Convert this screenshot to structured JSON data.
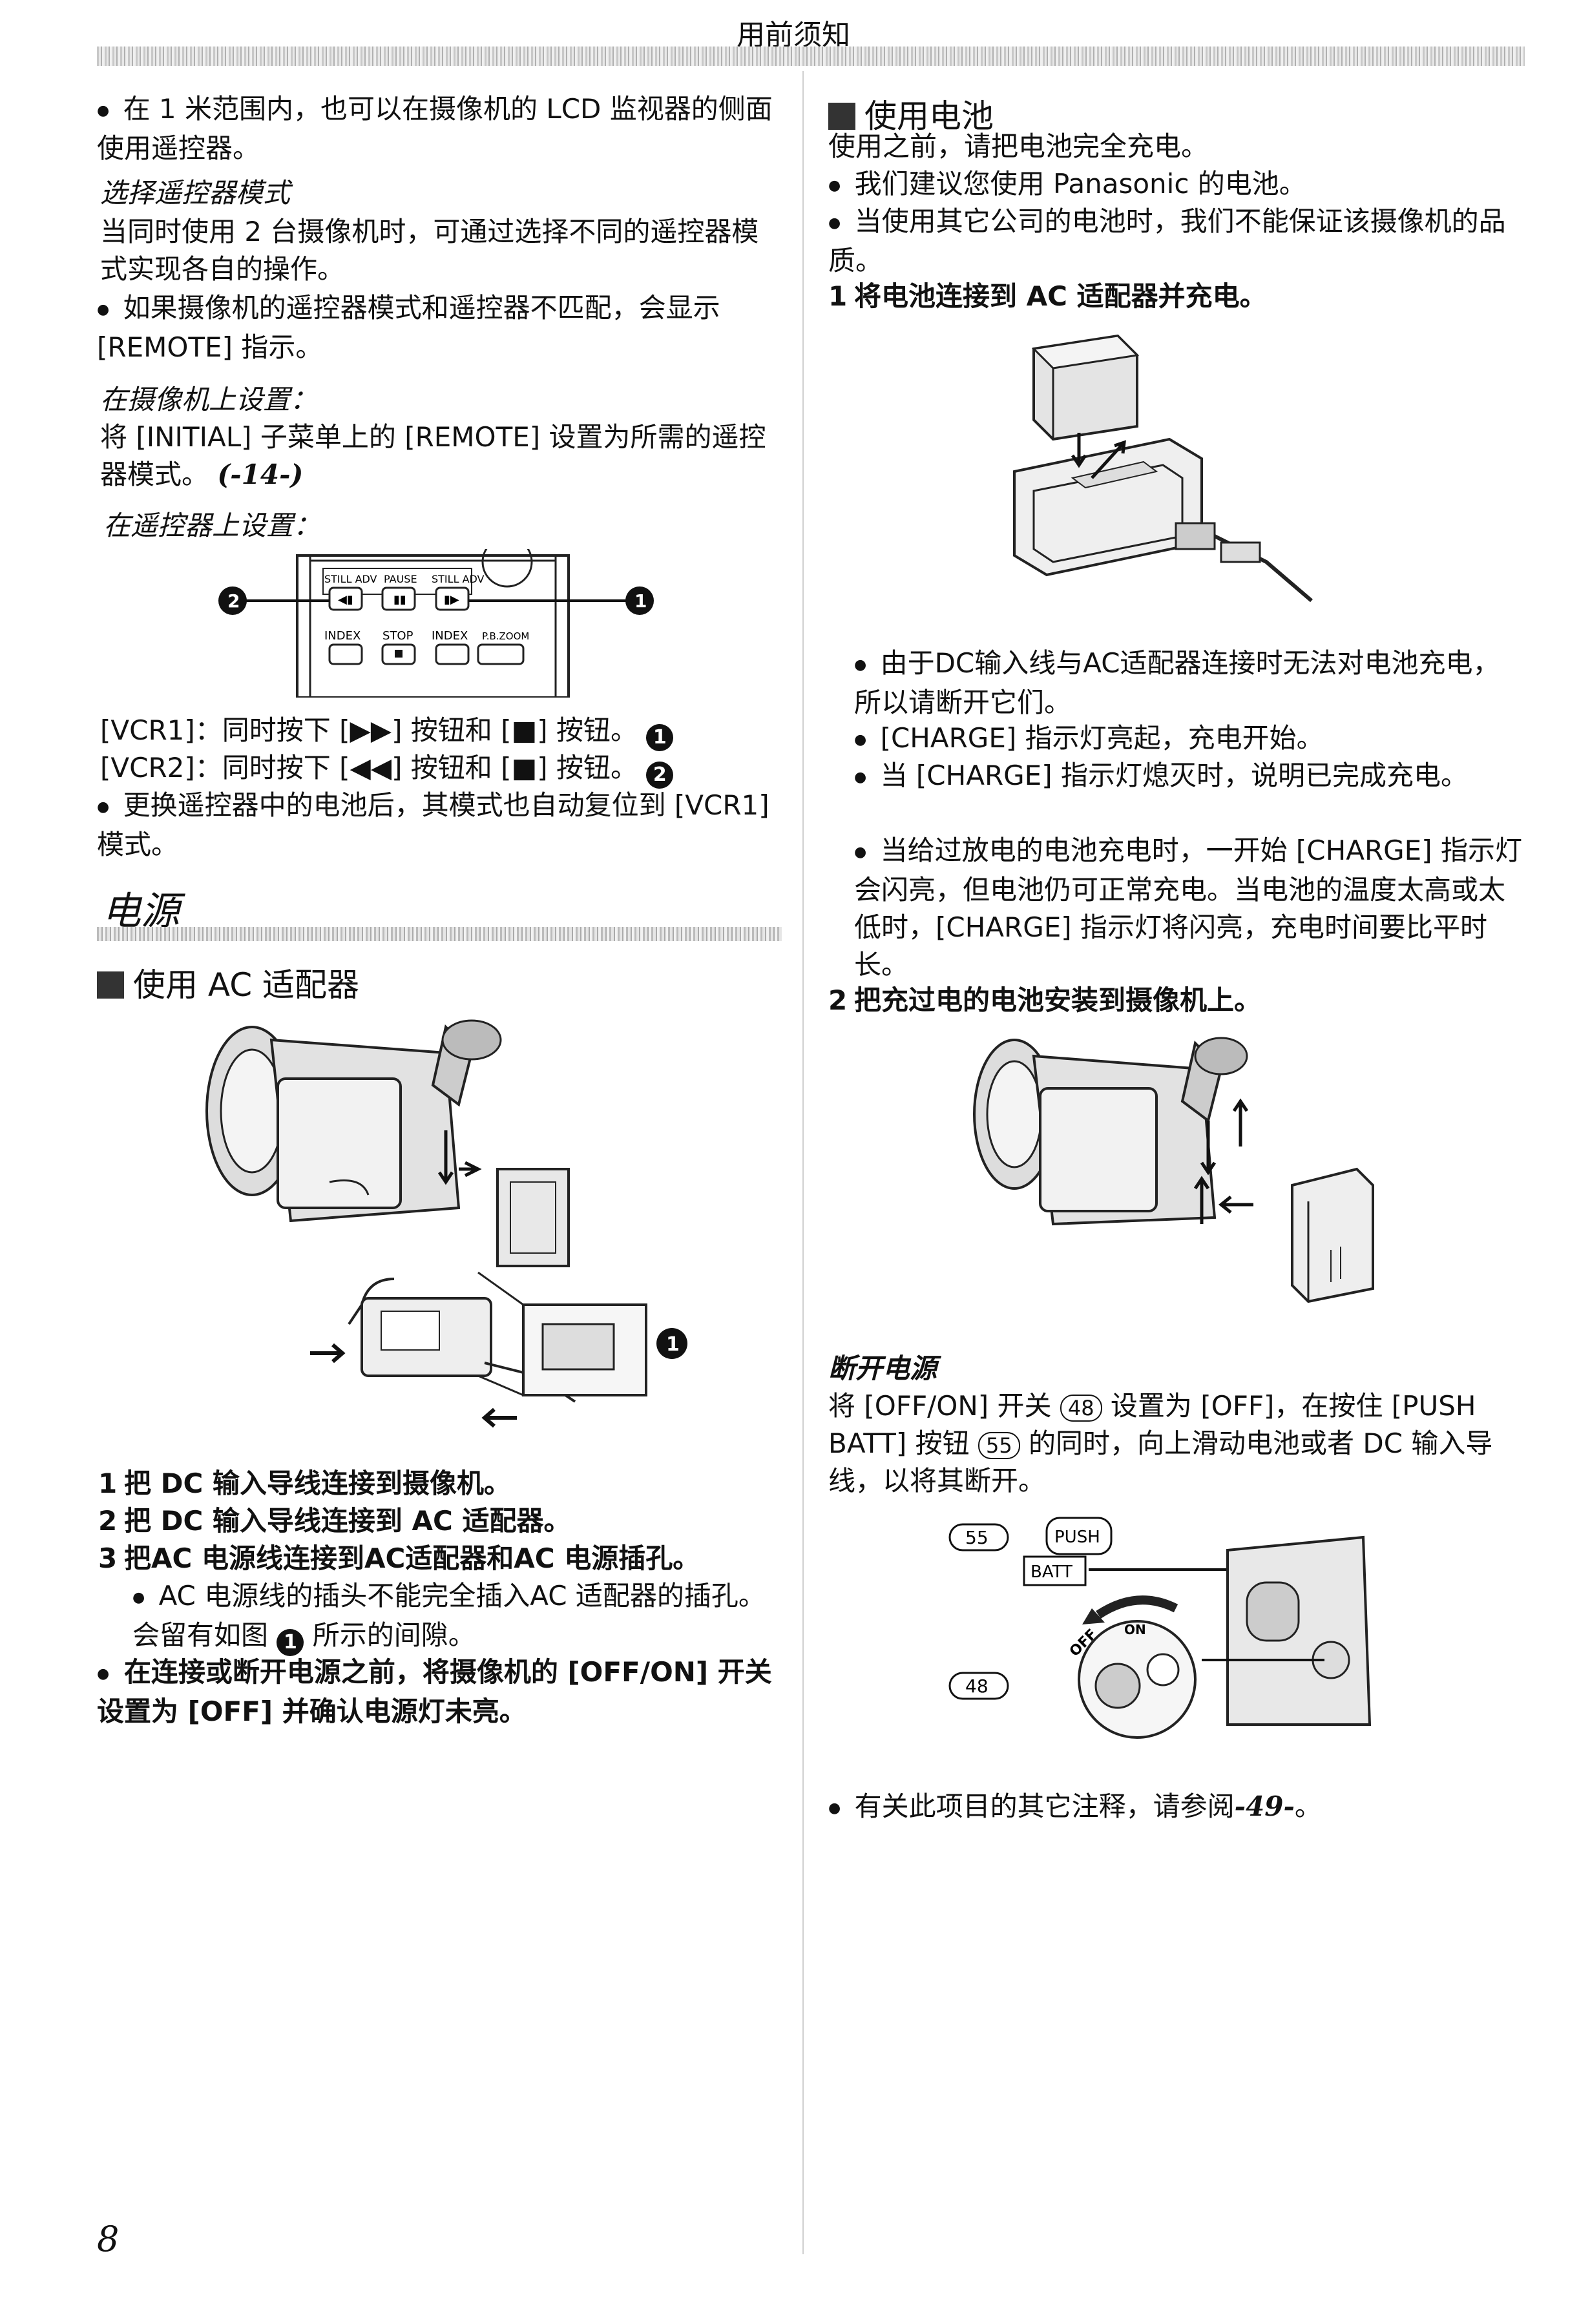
{
  "header": {
    "title": "用前须知"
  },
  "left": {
    "intro_bullet": "在 1 米范围内，也可以在摄像机的 LCD 监视器的侧面使用遥控器。",
    "mode_heading": "选择遥控器模式",
    "mode_text": "当同时使用 2 台摄像机时，可通过选择不同的遥控器模式实现各自的操作。",
    "mode_bullet": "如果摄像机的遥控器模式和遥控器不匹配，会显示 [REMOTE] 指示。",
    "camera_heading": "在摄像机上设置：",
    "camera_text": "将 [INITIAL] 子菜单上的 [REMOTE] 设置为所需的遥控器模式。",
    "camera_ref": "(-14-)",
    "remote_heading": "在遥控器上设置：",
    "remote_diagram": {
      "labels": [
        "STILL ADV",
        "PAUSE",
        "STILL ADV",
        "INDEX",
        "STOP",
        "INDEX",
        "P.B.ZOOM"
      ],
      "callout_1": "1",
      "callout_2": "2"
    },
    "vcr1": "[VCR1]：同时按下 [▶▶] 按钮和 [■] 按钮。",
    "vcr1_num": "1",
    "vcr2": "[VCR2]：同时按下 [◀◀] 按钮和 [■] 按钮。",
    "vcr2_num": "2",
    "vcr_bullet": "更换遥控器中的电池后，其模式也自动复位到 [VCR1] 模式。",
    "power_title": "电源",
    "ac_heading": "使用 AC 适配器",
    "ac_callout": "1",
    "steps": [
      {
        "num": "1",
        "text": "把 DC 输入导线连接到摄像机。"
      },
      {
        "num": "2",
        "text": "把 DC 输入导线连接到 AC 适配器。"
      },
      {
        "num": "3",
        "text": "把AC 电源线连接到AC适配器和AC 电源插孔。"
      }
    ],
    "sub_bullet_a": "AC 电源线的插头不能完全插入AC 适配器的插孔。会留有如图",
    "sub_bullet_num": "1",
    "sub_bullet_b": "所示的间隙。",
    "final_bullet": "在连接或断开电源之前，将摄像机的 [OFF/ON] 开关设置为 [OFF] 并确认电源灯未亮。"
  },
  "right": {
    "battery_heading": "使用电池",
    "battery_intro": "使用之前，请把电池完全充电。",
    "b1": "我们建议您使用 Panasonic 的电池。",
    "b2": "当使用其它公司的电池时，我们不能保证该摄像机的品质。",
    "step1_num": "1",
    "step1": "将电池连接到 AC 适配器并充电。",
    "c1": "由于DC输入线与AC适配器连接时无法对电池充电，所以请断开它们。",
    "c2": "[CHARGE] 指示灯亮起，充电开始。",
    "c3": "当 [CHARGE] 指示灯熄灭时，说明已完成充电。",
    "c4": "当给过放电的电池充电时，一开始 [CHARGE] 指示灯会闪亮，但电池仍可正常充电。当电池的温度太高或太低时，[CHARGE] 指示灯将闪亮，充电时间要比平时长。",
    "step2_num": "2",
    "step2": "把充过电的电池安装到摄像机上。",
    "off_heading": "断开电源",
    "off_text_1": "将 [OFF/ON] 开关",
    "off_ref_48": "48",
    "off_text_2": "设置为 [OFF]，在按住 [PUSH BATT] 按钮",
    "off_ref_55": "55",
    "off_text_3": "的同时，向上滑动电池或者 DC 输入导线，以将其断开。",
    "diagram": {
      "label_55": "55",
      "push": "PUSH",
      "batt": "BATT",
      "label_48": "48",
      "off": "OFF",
      "on": "ON"
    },
    "note": "有关此项目的其它注释，请参阅",
    "note_ref": "-49-",
    "note_end": "。"
  },
  "page_number": "8"
}
